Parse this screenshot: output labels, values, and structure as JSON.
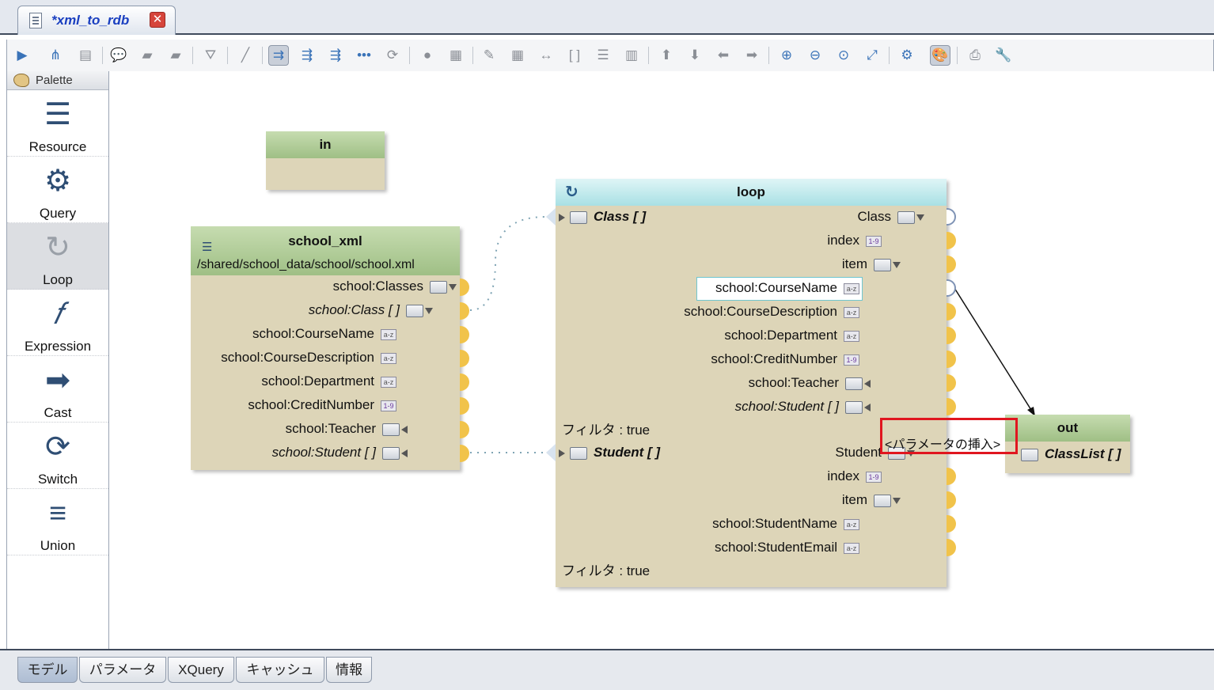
{
  "editor_tab": {
    "title": "*xml_to_rdb",
    "close_symbol": "✕"
  },
  "toolbar": {
    "buttons": [
      "run-icon",
      "tree-icon",
      "print-preview-icon",
      "comment-icon",
      "comment-dark-icon",
      "comment-dark-2-icon",
      "filter-add-icon",
      "line-icon",
      "auto-map-icon",
      "align-icon",
      "distribute-icon",
      "more-dots-icon",
      "refresh-icon",
      "circle-icon",
      "grid-icon",
      "tag-icon",
      "table-icon",
      "resize-horizontal-icon",
      "brackets-icon",
      "list-icon",
      "panel-icon",
      "arrow-up-icon",
      "arrow-down-icon",
      "arrow-left-icon",
      "arrow-right-icon",
      "zoom-in-icon",
      "zoom-out-icon",
      "zoom-reset-icon",
      "fit-icon",
      "settings-icon",
      "palette-icon",
      "print-icon",
      "wrench-icon"
    ]
  },
  "palette": {
    "title": "Palette",
    "items": [
      {
        "label": "Resource",
        "glyph": "☰"
      },
      {
        "label": "Query",
        "glyph": "⚙"
      },
      {
        "label": "Loop",
        "glyph": "↻"
      },
      {
        "label": "Expression",
        "glyph": "𝑓"
      },
      {
        "label": "Cast",
        "glyph": "➡"
      },
      {
        "label": "Switch",
        "glyph": "⟳"
      },
      {
        "label": "Union",
        "glyph": "≡"
      }
    ]
  },
  "nodes": {
    "in": {
      "title": "in"
    },
    "school_xml": {
      "title": "school_xml",
      "path": "/shared/school_data/school/school.xml",
      "rows": [
        {
          "label": "school:Classes",
          "type": "bag-down"
        },
        {
          "label": "school:Class [ ]",
          "type": "bag-down",
          "italic": true
        },
        {
          "label": "school:CourseName",
          "type": "text"
        },
        {
          "label": "school:CourseDescription",
          "type": "text"
        },
        {
          "label": "school:Department",
          "type": "text"
        },
        {
          "label": "school:CreditNumber",
          "type": "num"
        },
        {
          "label": "school:Teacher",
          "type": "bag-left"
        },
        {
          "label": "school:Student [ ]",
          "type": "bag-left",
          "italic": true
        }
      ]
    },
    "loop": {
      "title": "loop",
      "input_class": "Class [ ]",
      "input_student": "Student [ ]",
      "class_rows": [
        {
          "label": "Class",
          "type": "bag-down"
        },
        {
          "label": "index",
          "type": "num"
        },
        {
          "label": "item",
          "type": "bag-down"
        },
        {
          "label": "school:CourseName",
          "type": "text"
        },
        {
          "label": "school:CourseDescription",
          "type": "text"
        },
        {
          "label": "school:Department",
          "type": "text"
        },
        {
          "label": "school:CreditNumber",
          "type": "num"
        },
        {
          "label": "school:Teacher",
          "type": "bag-left"
        },
        {
          "label": "school:Student [ ]",
          "type": "bag-left",
          "italic": true
        }
      ],
      "filter_1": "フィルタ : true",
      "student_rows": [
        {
          "label": "Student",
          "type": "bag-down"
        },
        {
          "label": "index",
          "type": "num"
        },
        {
          "label": "item",
          "type": "bag-down"
        },
        {
          "label": "school:StudentName",
          "type": "text"
        },
        {
          "label": "school:StudentEmail",
          "type": "text"
        }
      ],
      "filter_2": "フィルタ : true"
    },
    "out": {
      "title": "out",
      "row": "ClassList [ ]"
    }
  },
  "insert_parameter": "<パラメータの挿入>",
  "type_badges": {
    "text": "a-z",
    "num": "1-9"
  },
  "bottom_tabs": [
    "モデル",
    "パラメータ",
    "XQuery",
    "キャッシュ",
    "情報"
  ]
}
